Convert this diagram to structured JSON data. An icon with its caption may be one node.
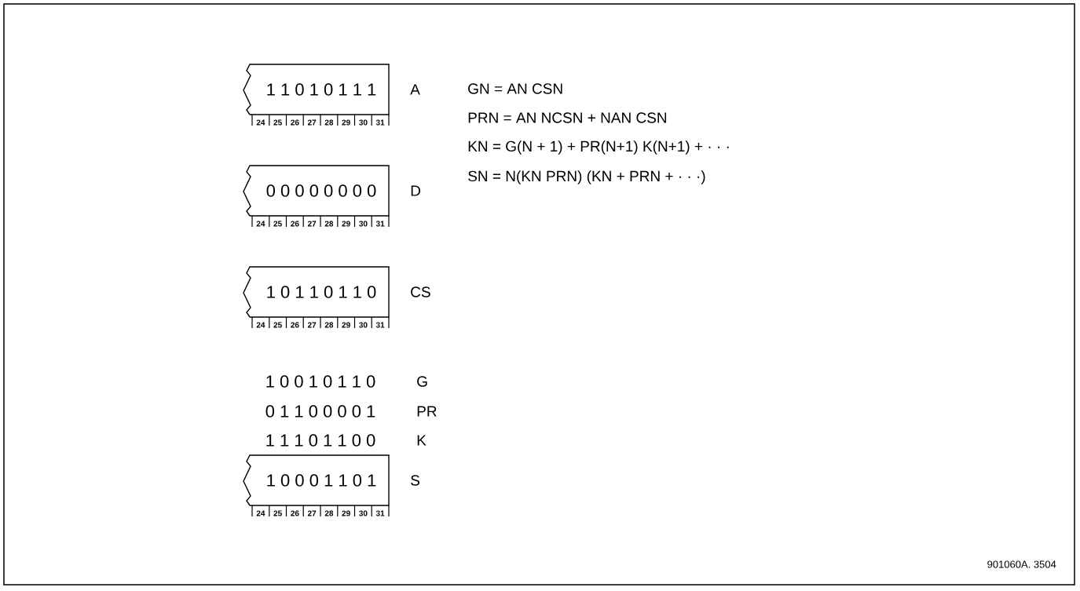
{
  "diagram": {
    "nodes": [
      {
        "text": [
          "1 1 0 1 0 1 1 1"
        ],
        "beside": [
          "A",
          "24",
          "25",
          "26",
          "27",
          "28",
          "29",
          "30",
          "31"
        ]
      },
      {
        "text": [
          "0 0 0 0 0 0 0 0"
        ],
        "beside": [
          "D",
          "24",
          "25",
          "26",
          "27",
          "28",
          "29",
          "30",
          "31"
        ]
      },
      {
        "text": [
          "1 0 1 1 0 1 1 0"
        ],
        "beside": [
          "CS",
          "24",
          "25",
          "26",
          "27",
          "28",
          "29",
          "30",
          "31"
        ]
      },
      {
        "text": [
          "1 0 0 0 1 1 0 1"
        ],
        "beside": [
          "S",
          "24",
          "25",
          "26",
          "27",
          "28",
          "29",
          "30",
          "31"
        ]
      }
    ],
    "edges": [],
    "labels": [
      "1 0 0 1 0 1 1 0",
      "G",
      "0 1 1 0 0 0 0 1",
      "PR",
      "1 1 1 0 1 1 0 0",
      "K",
      "GN = AN CSN",
      "PRN = AN NCSN + NAN CSN",
      "KN = G(N + 1) + PR(N+1) K(N+1) + · · ·",
      "SN = N(KN PRN) (KN + PRN + · · ·)",
      "901060A. 3504"
    ]
  }
}
